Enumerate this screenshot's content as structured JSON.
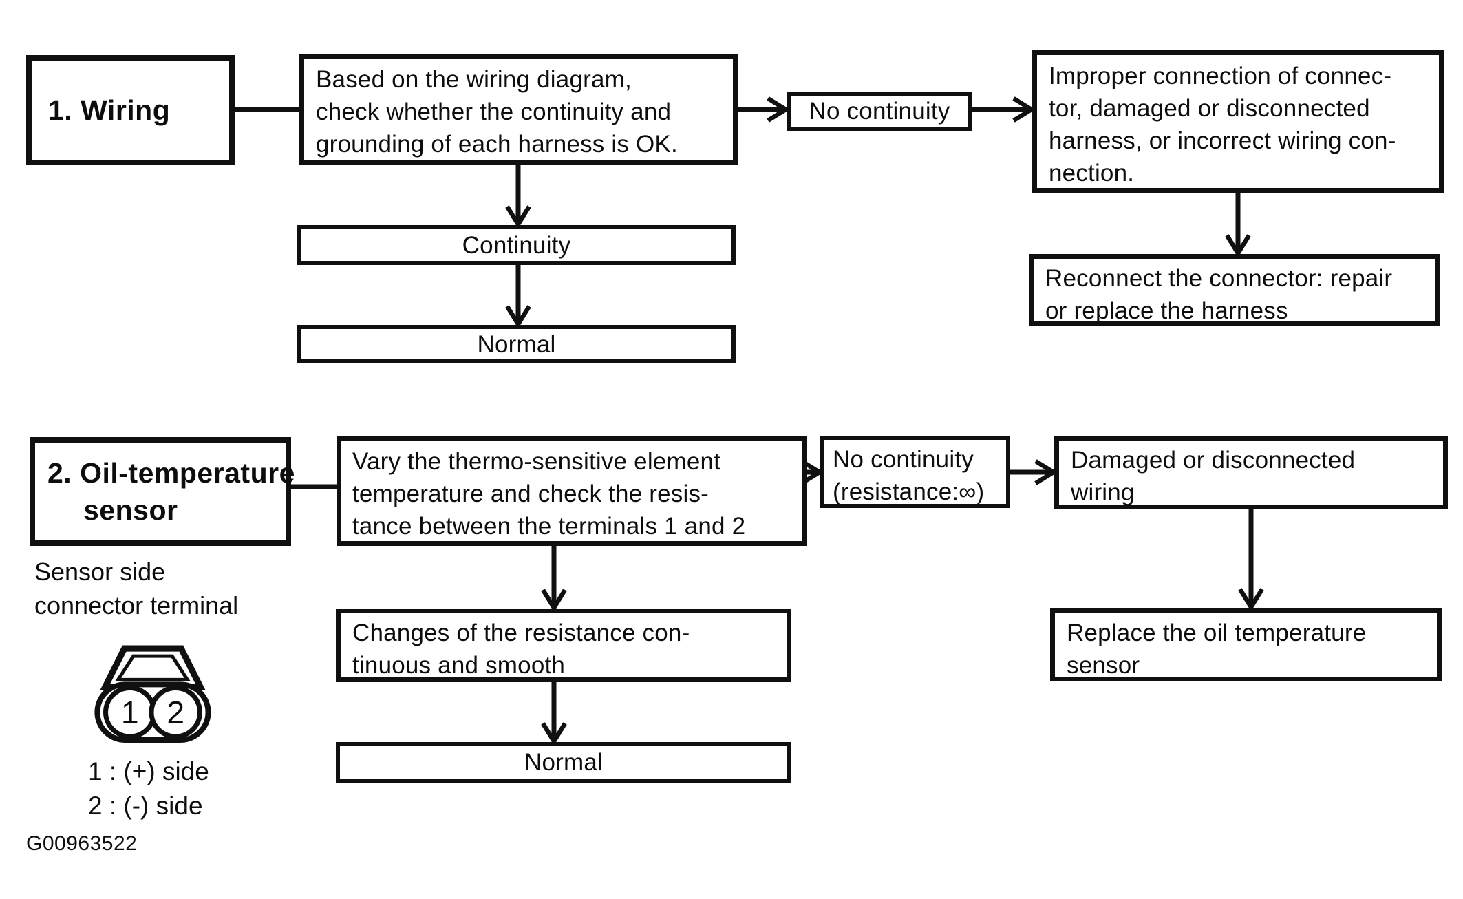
{
  "colors": {
    "ink": "#101010",
    "paper": "#ffffff"
  },
  "flow1": {
    "step_label": "1. Wiring",
    "process": {
      "lines": [
        "Based on the wiring diagram,",
        "check whether the continuity and",
        "grounding of each harness is OK."
      ]
    },
    "branch_label": "No continuity",
    "cause": {
      "lines": [
        "Improper connection of connec-",
        "tor, damaged or disconnected",
        "harness, or incorrect wiring con-",
        "nection."
      ]
    },
    "remedy": {
      "lines": [
        "Reconnect the connector: repair",
        "or replace the harness"
      ]
    },
    "result_label": "Continuity",
    "normal_label": "Normal"
  },
  "flow2": {
    "step": {
      "lines": [
        "2. Oil-temperature",
        "sensor"
      ]
    },
    "process": {
      "lines": [
        "Vary the thermo-sensitive element",
        "temperature and check the resis-",
        "tance between the terminals 1 and 2"
      ]
    },
    "branch": {
      "lines": [
        "No continuity",
        "(resistance:∞)"
      ]
    },
    "cause": {
      "lines": [
        "Damaged or disconnected",
        "wiring"
      ]
    },
    "remedy": {
      "lines": [
        "Replace the oil temperature",
        "sensor"
      ]
    },
    "result": {
      "lines": [
        "Changes of the resistance con-",
        "tinuous and smooth"
      ]
    },
    "normal_label": "Normal"
  },
  "annotation": {
    "caption": {
      "lines": [
        "Sensor side",
        "connector terminal"
      ]
    },
    "pin1": "1",
    "pin2": "2",
    "legend": {
      "lines": [
        "1 : (+) side",
        "2 : (-) side"
      ]
    },
    "figure_code": "G00963522"
  }
}
